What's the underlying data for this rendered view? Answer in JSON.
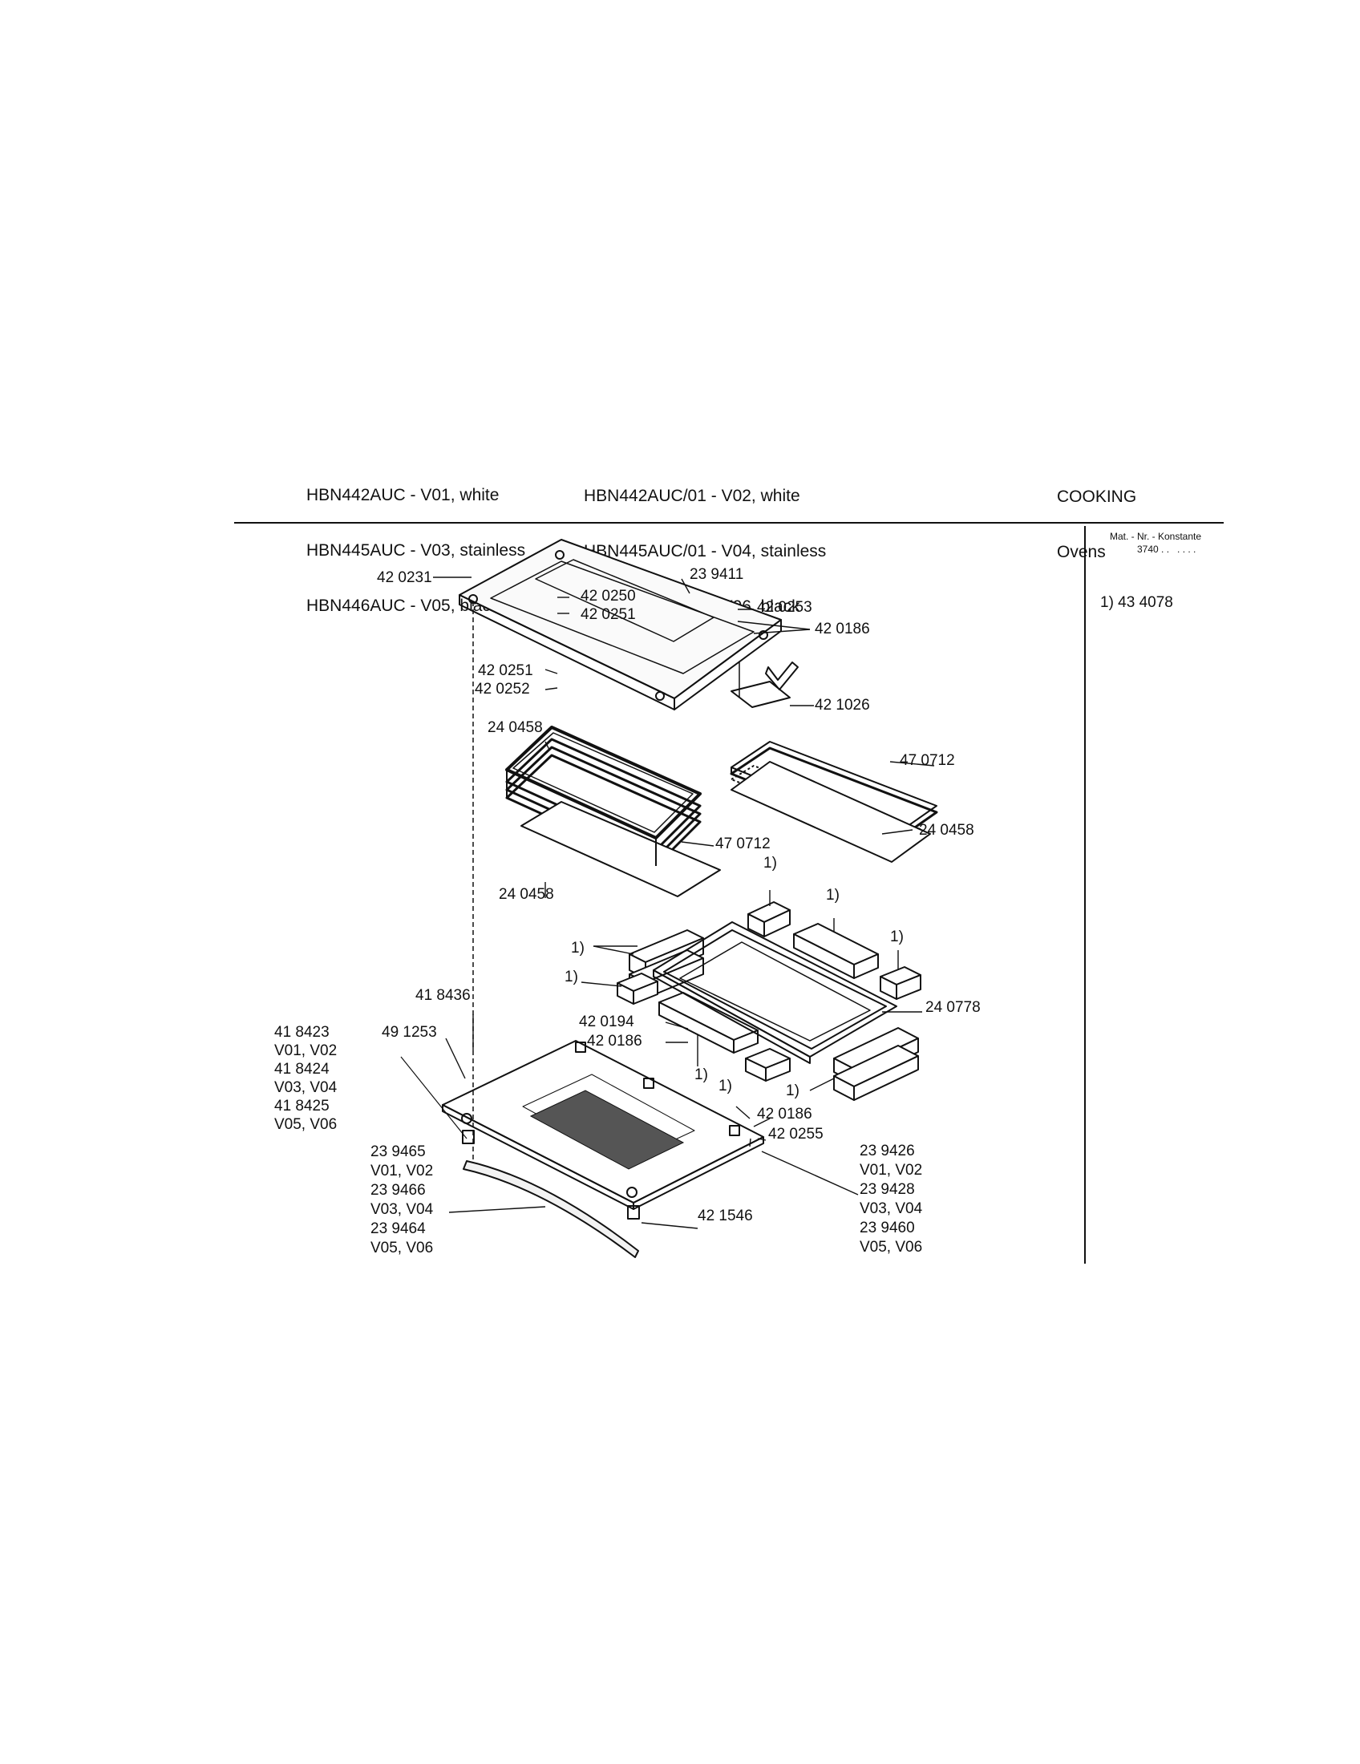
{
  "header": {
    "models_left": [
      "HBN442AUC - V01, white",
      "HBN445AUC - V03, stainless",
      "HBN446AUC - V05, black"
    ],
    "models_right": [
      "HBN442AUC/01 - V02, white",
      "HBN445AUC/01 - V04, stainless",
      "HBN446AUC/01 - V06, black"
    ],
    "category": "COOKING",
    "subcategory": "Ovens"
  },
  "sidebar": {
    "mat_label": "Mat. - Nr. - Konstante",
    "mat_value": "3740 . .   . . . .",
    "footnote": "1) 43 4078"
  },
  "labels": {
    "p420231": "42 0231",
    "p239411": "23 9411",
    "p420250": "42 0250",
    "p420251a": "42 0251",
    "p420253": "42 0253",
    "p420186a": "42 0186",
    "p420251b": "42 0251",
    "p420252": "42 0252",
    "p421026": "42 1026",
    "p240458a": "24 0458",
    "p470712a": "47 0712",
    "p240458b": "24 0458",
    "p470712b": "47 0712",
    "p240458c": "24 0458",
    "f1a": "1)",
    "f1b": "1)",
    "f1c": "1)",
    "f1d": "1)",
    "f1e": "1)",
    "f1f": "1)",
    "f1g": "1)",
    "f1h": "1)",
    "p240778": "24 0778",
    "p418436": "41 8436",
    "p420194": "42 0194",
    "p420186b": "42 0186",
    "p418423_block": "41 8423\nV01, V02\n41 8424\nV03, V04\n41 8425\nV05, V06",
    "p491253": "49 1253",
    "p420186c": "42 0186",
    "p420255": "42 0255",
    "p239465_block": "23 9465\nV01, V02\n23 9466\nV03, V04\n23 9464\nV05, V06",
    "p239426_block": "23 9426\nV01, V02\n23 9428\nV03, V04\n23 9460\nV05, V06",
    "p421546": "42 1546"
  }
}
